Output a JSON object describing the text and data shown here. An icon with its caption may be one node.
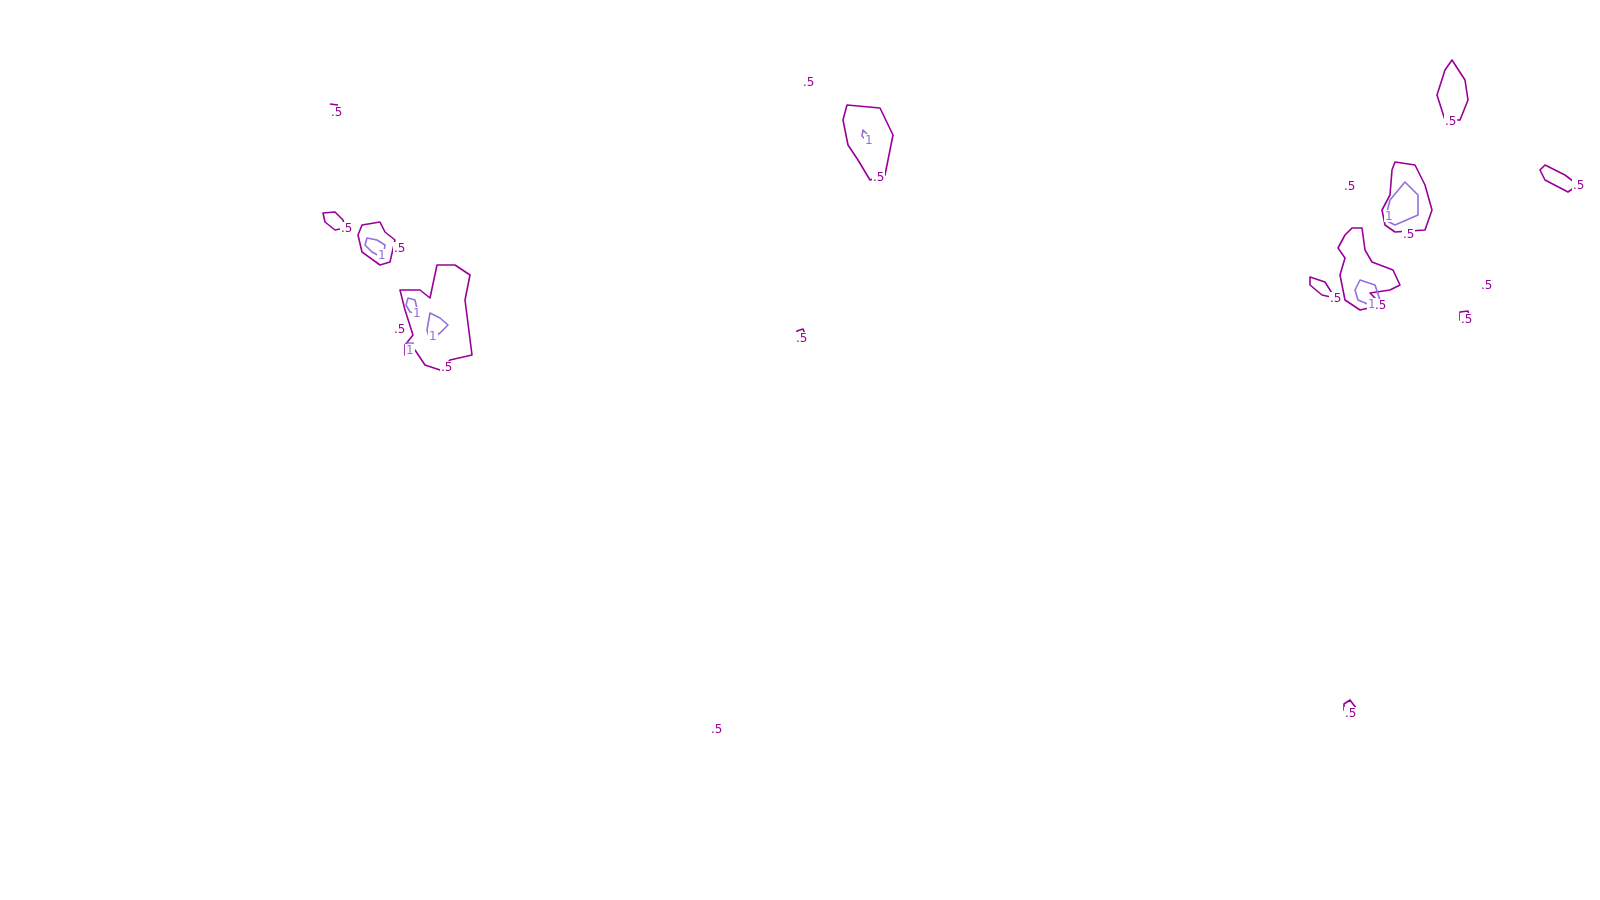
{
  "diagram": {
    "labels": [
      ".5",
      ".5",
      ".5",
      "1",
      ".5",
      ".5",
      ".5",
      "1",
      ".5",
      ".5",
      ".5",
      "1",
      ".5",
      ".5",
      "1",
      ".5",
      "1",
      ".5",
      ".5",
      "1",
      ".5",
      "1",
      ".5",
      ".5",
      ".5"
    ]
  }
}
